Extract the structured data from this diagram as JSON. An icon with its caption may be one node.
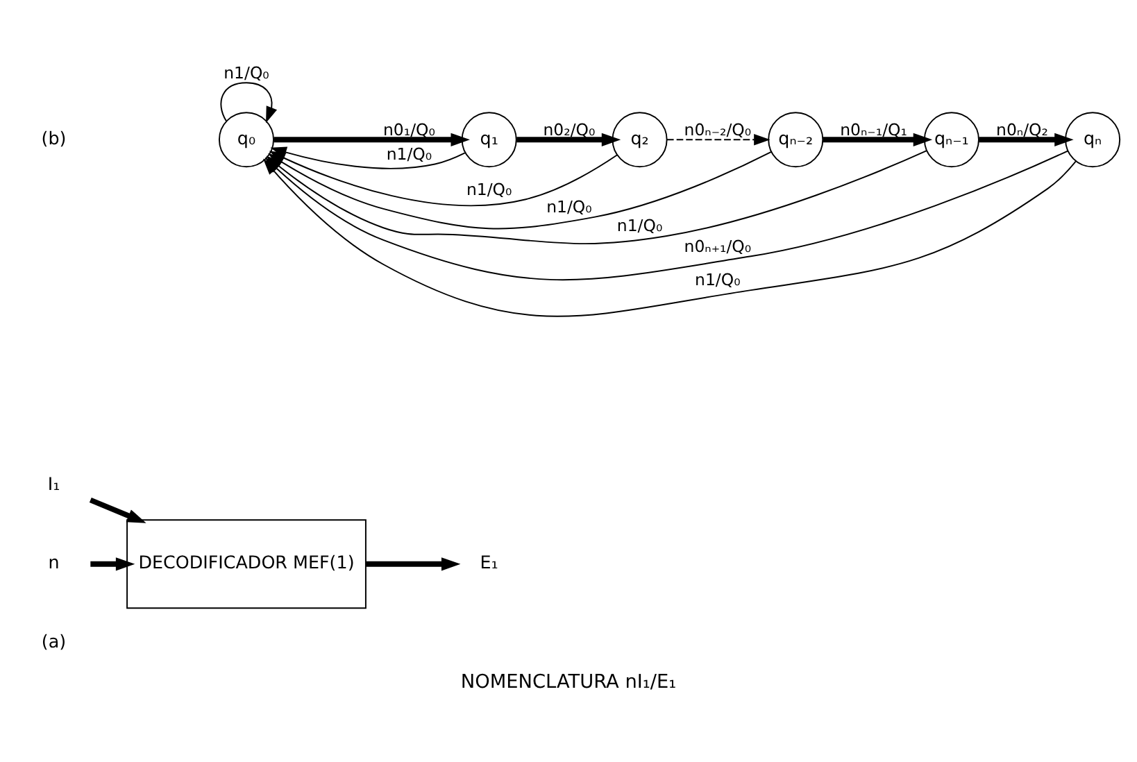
{
  "diagram": {
    "caption": "NOMENCLATURA nI₁/E₁",
    "nodes": [
      {
        "text": [
          "I₁"
        ]
      },
      {
        "text": [
          "n"
        ]
      },
      {
        "text": [
          "DECODIFICADOR MEF(1)"
        ]
      },
      {
        "text": [
          "E₁"
        ]
      },
      {
        "text": [
          "q₀"
        ]
      },
      {
        "text": [
          "q₁"
        ]
      },
      {
        "text": [
          "q₂"
        ]
      },
      {
        "text": [
          "qₙ₋₂"
        ]
      },
      {
        "text": [
          "qₙ₋₁"
        ]
      },
      {
        "text": [
          "qₙ"
        ]
      }
    ],
    "edges": [
      {
        "from": 0,
        "to": 2,
        "arrow": "to",
        "style": "thick"
      },
      {
        "from": 1,
        "to": 2,
        "arrow": "to",
        "style": "thick"
      },
      {
        "from": 2,
        "to": 3,
        "arrow": "to",
        "style": "thick"
      },
      {
        "from": 4,
        "to": 4,
        "arrow": "to",
        "label": "n1/Q₀"
      },
      {
        "from": 4,
        "to": 5,
        "arrow": "to",
        "label": "n0₁/Q₀",
        "style": "thick"
      },
      {
        "from": 5,
        "to": 6,
        "arrow": "to",
        "label": "n0₂/Q₀",
        "style": "thick"
      },
      {
        "from": 6,
        "to": 7,
        "arrow": "to",
        "label": "n0ₙ₋₂/Q₀",
        "style": "dashed"
      },
      {
        "from": 7,
        "to": 8,
        "arrow": "to",
        "label": "n0ₙ₋₁/Q₁",
        "style": "thick"
      },
      {
        "from": 8,
        "to": 9,
        "arrow": "to",
        "label": "n0ₙ/Q₂",
        "style": "thick"
      },
      {
        "from": 9,
        "to": 4,
        "arrow": "to",
        "label": "n0ₙ₊₁/Q₀"
      },
      {
        "from": 5,
        "to": 4,
        "arrow": "to",
        "label": "n1/Q₀"
      },
      {
        "from": 6,
        "to": 4,
        "arrow": "to",
        "label": "n1/Q₀"
      },
      {
        "from": 7,
        "to": 4,
        "arrow": "to",
        "label": "n1/Q₀"
      },
      {
        "from": 8,
        "to": 4,
        "arrow": "to",
        "label": "n1/Q₀"
      },
      {
        "from": 9,
        "to": 4,
        "arrow": "to",
        "label": "n1/Q₀"
      }
    ],
    "labels": [
      "(a)",
      "(b)"
    ]
  }
}
